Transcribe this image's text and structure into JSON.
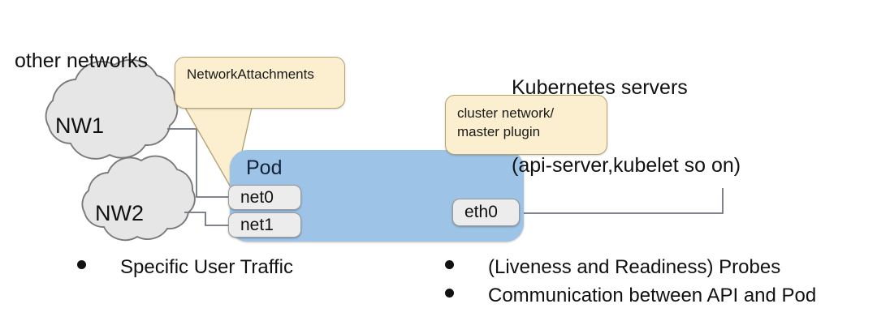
{
  "labels": {
    "other_networks": "other networks",
    "kubernetes_servers_line1": "Kubernetes servers",
    "kubernetes_servers_line2": "(api-server,kubelet so on)",
    "pod": "Pod"
  },
  "clouds": [
    {
      "name": "NW1",
      "label": "NW1"
    },
    {
      "name": "NW2",
      "label": "NW2"
    }
  ],
  "interfaces": [
    {
      "id": "net0",
      "label": "net0"
    },
    {
      "id": "net1",
      "label": "net1"
    },
    {
      "id": "eth0",
      "label": "eth0"
    }
  ],
  "callouts": [
    {
      "id": "network-attachments",
      "text": "NetworkAttachments",
      "points_to": "net0"
    },
    {
      "id": "cluster-network",
      "text": "cluster network/\nmaster plugin",
      "points_to": "eth0"
    }
  ],
  "bullets_left": [
    "Specific User Traffic"
  ],
  "bullets_right": [
    "(Liveness and Readiness) Probes",
    "Communication between API and Pod"
  ],
  "colors": {
    "pod_fill": "#9dc3e6",
    "callout_fill": "#fbefd0",
    "callout_stroke": "#b3a272",
    "cloud_fill": "#e6e6e6",
    "cloud_stroke": "#7a7a7a",
    "chip_fill": "#ececec",
    "chip_stroke": "#9a9a9a",
    "connector": "#6f7480",
    "background": "#ffffff",
    "text": "#111111"
  }
}
